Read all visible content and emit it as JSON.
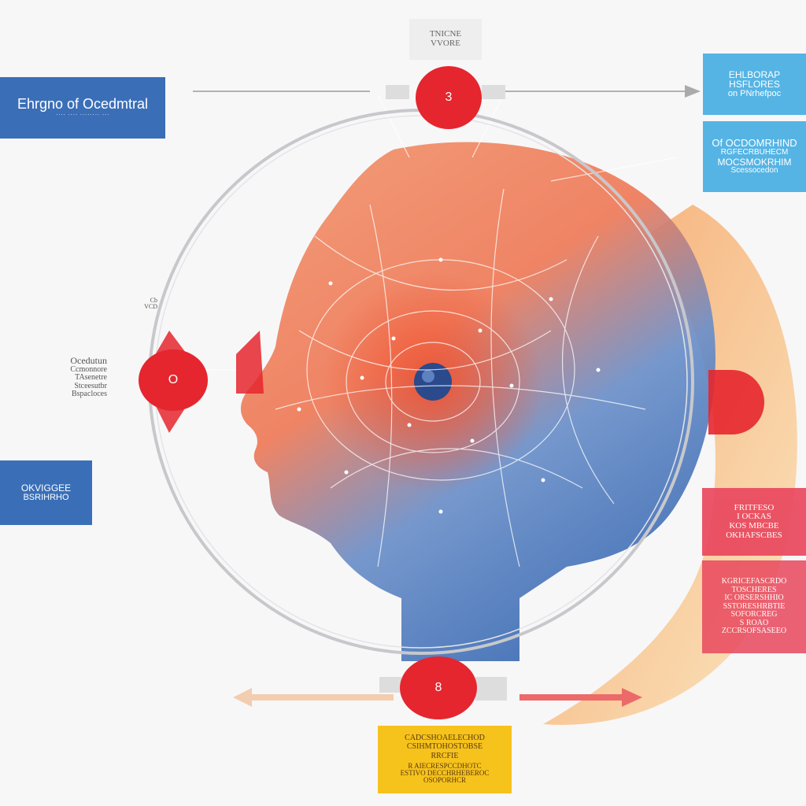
{
  "colors": {
    "blue_label": "#3a6fb8",
    "light_blue_label": "#55b4e4",
    "red_node": "#e5262e",
    "pink_label": "#e9485e",
    "yellow_label": "#f6c21c",
    "head_orange": "#f08a5d",
    "head_blue": "#4a7fbd",
    "ribbon": "#f7c07a"
  },
  "labels": {
    "top_left_title": "Ehrgno of Ocedmtral",
    "top_left_sub": "···· ···· ········ ···",
    "top_center_line1": "TNICNE",
    "top_center_line2": "VVORE",
    "top_right1_line1": "EHLBORAP",
    "top_right1_line2": "HSFLORES",
    "top_right1_line3": "on PNrhefpoc",
    "top_right2_line1": "Of OCDOMRHIND",
    "top_right2_line2": "RGFECRBUHECM",
    "top_right2_line3": "MOCSMOKRHIM",
    "top_right2_line4": "Scessocedon",
    "left_small_line1": "Cb",
    "left_small_line2": "VCD",
    "left_text_line1": "Ocedutun",
    "left_text_line2": "Ccmonnore",
    "left_text_line3": "TAsenetre",
    "left_text_line4": "Stceesutbr",
    "left_text_line5": "Bspacloces",
    "left_box_line1": "OKVIGGEE",
    "left_box_line2": "BSRIHRHO",
    "right_pink1_line1": "FRITFESO",
    "right_pink1_line2": "I OCKAS",
    "right_pink1_line3": "KOS MBCBE",
    "right_pink1_line4": "OKHAFSCBES",
    "right_pink2_line1": "KGRICEFASCRDO",
    "right_pink2_line2": "TOSCHERES",
    "right_pink2_line3": "IC ORSERSHHIO",
    "right_pink2_line4": "SSTORESHRBTIE",
    "right_pink2_line5": "SOFORCREG",
    "right_pink2_line6": "S ROAO",
    "right_pink2_line7": "ZCCRSOFSASEEO",
    "bottom_yellow_line1": "CADCSHOAELECHOD",
    "bottom_yellow_line2": "CSIHMTOHOSTOBSE",
    "bottom_yellow_line3": "RRCFIE",
    "bottom_yellow_line4": "R AIECRESPCCDHOTC",
    "bottom_yellow_line5": "ESTIVO DECCHRHEBEROC",
    "bottom_yellow_line6": "OSOPORHCR"
  },
  "nodes": {
    "top": "3",
    "left": "O",
    "bottom": "8"
  }
}
